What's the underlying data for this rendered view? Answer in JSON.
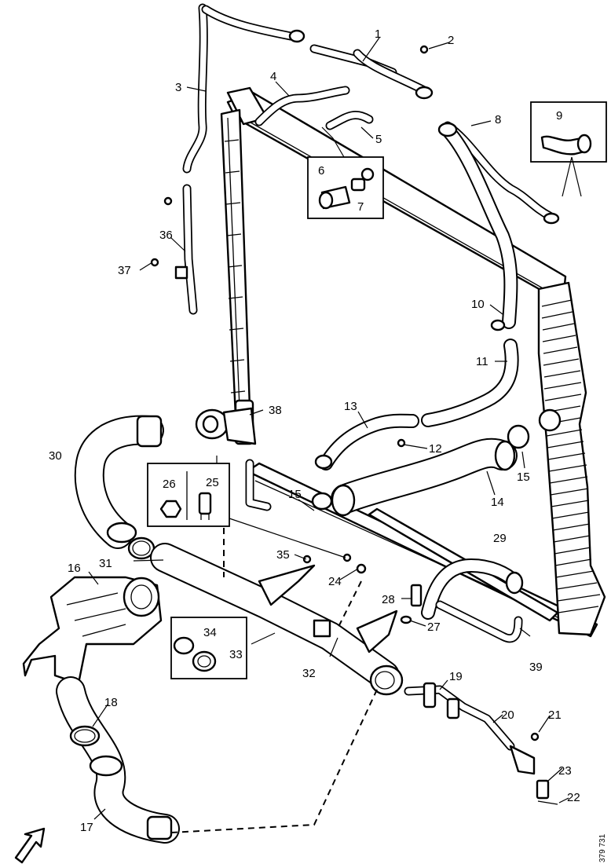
{
  "diagram": {
    "reference_code": "379 731",
    "callouts": [
      "1",
      "2",
      "3",
      "4",
      "5",
      "6",
      "7",
      "8",
      "9",
      "10",
      "11",
      "12",
      "13",
      "14",
      "15",
      "15",
      "16",
      "17",
      "18",
      "19",
      "20",
      "21",
      "22",
      "23",
      "24",
      "25",
      "26",
      "27",
      "28",
      "29",
      "30",
      "31",
      "32",
      "33",
      "34",
      "35",
      "36",
      "37",
      "38",
      "39"
    ]
  },
  "icons": {
    "direction_arrow": "front-direction-arrow-icon"
  }
}
